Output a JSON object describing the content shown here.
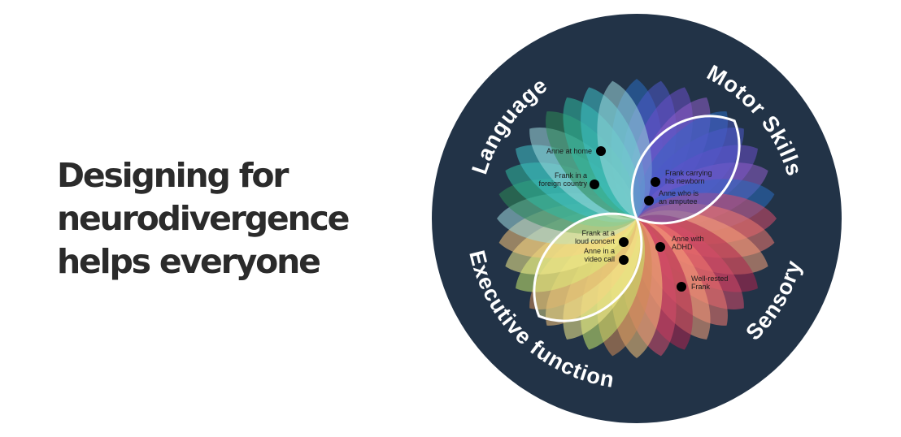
{
  "headline": [
    "Designing for",
    "neurodivergence",
    "helps everyone"
  ],
  "diagram": {
    "categories": [
      {
        "key": "language",
        "label": "Language"
      },
      {
        "key": "motor",
        "label": "Motor Skills"
      },
      {
        "key": "executive",
        "label": "Executive function"
      },
      {
        "key": "sensory",
        "label": "Sensory"
      }
    ],
    "personas": [
      {
        "key": "anne-home",
        "lines": [
          "Anne at home"
        ]
      },
      {
        "key": "frank-foreign",
        "lines": [
          "Frank in a",
          "foreign country"
        ]
      },
      {
        "key": "frank-newborn",
        "lines": [
          "Frank carrying",
          "his newborn"
        ]
      },
      {
        "key": "anne-amputee",
        "lines": [
          "Anne who is",
          "an amputee"
        ]
      },
      {
        "key": "frank-concert",
        "lines": [
          "Frank at a",
          "loud concert"
        ]
      },
      {
        "key": "anne-video",
        "lines": [
          "Anne in a",
          "video call"
        ]
      },
      {
        "key": "anne-adhd",
        "lines": [
          "Anne with",
          "ADHD"
        ]
      },
      {
        "key": "frank-rested",
        "lines": [
          "Well-rested",
          "Frank"
        ]
      }
    ],
    "colors": {
      "background_circle": "#223347",
      "language": [
        "#2e8b57",
        "#2fb9a0",
        "#3fc1c9",
        "#9fd8de"
      ],
      "motor": [
        "#2a6bbf",
        "#4d58c9",
        "#6a4fc8",
        "#8e5cc9"
      ],
      "executive": [
        "#b0244f",
        "#d64a6a",
        "#f0786f",
        "#f5a07a"
      ],
      "sensory": [
        "#c8e96e",
        "#f4ec8c",
        "#f6c27a",
        "#d08a55"
      ]
    }
  }
}
